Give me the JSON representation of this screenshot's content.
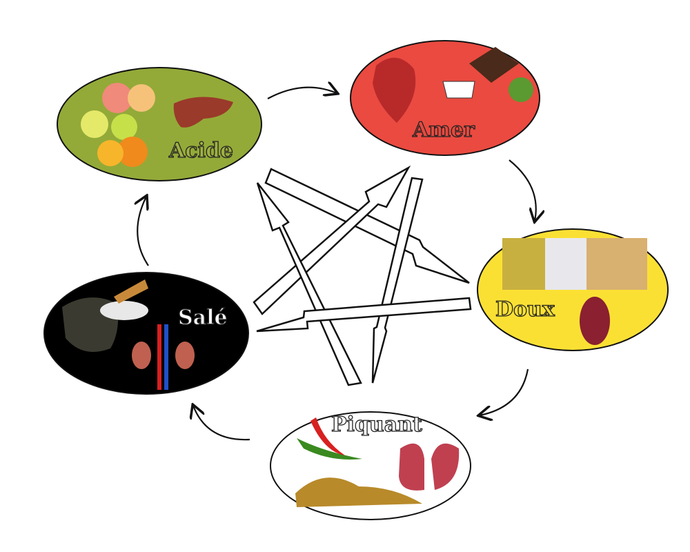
{
  "nodes": [
    {
      "id": "acide",
      "label": "Acide",
      "color": "#93aa38",
      "text_fill": "#9fb043"
    },
    {
      "id": "amer",
      "label": "Amer",
      "color": "#ea4a40",
      "text_fill": "#e34a3f"
    },
    {
      "id": "doux",
      "label": "Doux",
      "color": "#fbe034",
      "text_fill": "#fbe034"
    },
    {
      "id": "piquant",
      "label": "Piquant",
      "color": "#ffffff",
      "text_fill": "#ffffff"
    },
    {
      "id": "sale",
      "label": "Salé",
      "color": "#000000",
      "text_fill": "#ffffff"
    }
  ]
}
